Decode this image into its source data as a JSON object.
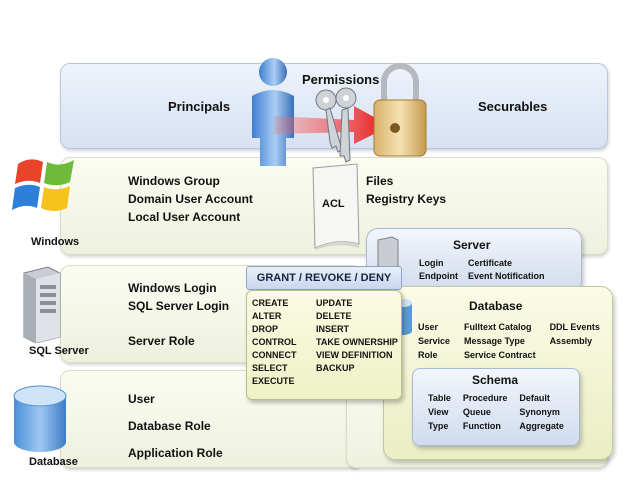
{
  "top": {
    "principals": "Principals",
    "permissions": "Permissions",
    "securables": "Securables"
  },
  "windows": {
    "label": "Windows",
    "items": [
      "Windows Group",
      "Domain User Account",
      "Local User Account"
    ]
  },
  "acl": {
    "label": "ACL",
    "items": [
      "Files",
      "Registry Keys"
    ]
  },
  "sqlserver": {
    "label": "SQL Server",
    "items": [
      "Windows Login",
      "SQL Server Login"
    ],
    "role": "Server Role"
  },
  "database_row": {
    "label": "Database",
    "items": [
      "User",
      "Database Role",
      "Application Role"
    ]
  },
  "grant": {
    "title": "GRANT / REVOKE / DENY",
    "col1": [
      "CREATE",
      "ALTER",
      "DROP",
      "CONTROL",
      "CONNECT",
      "SELECT",
      "EXECUTE"
    ],
    "col2": [
      "UPDATE",
      "DELETE",
      "INSERT",
      "TAKE OWNERSHIP",
      "VIEW DEFINITION",
      "BACKUP"
    ]
  },
  "server": {
    "title": "Server",
    "col1": [
      "Login",
      "Endpoint"
    ],
    "col2": [
      "Certificate",
      "Event Notification"
    ]
  },
  "database": {
    "title": "Database",
    "col1": [
      "User",
      "Service",
      "Role"
    ],
    "col2": [
      "Fulltext Catalog",
      "Message Type",
      "Service Contract"
    ],
    "col3": [
      "DDL Events",
      "Assembly"
    ]
  },
  "schema": {
    "title": "Schema",
    "col1": [
      "Table",
      "View",
      "Type"
    ],
    "col2": [
      "Procedure",
      "Queue",
      "Function"
    ],
    "col3": [
      "Default",
      "Synonym",
      "Aggregate"
    ]
  }
}
